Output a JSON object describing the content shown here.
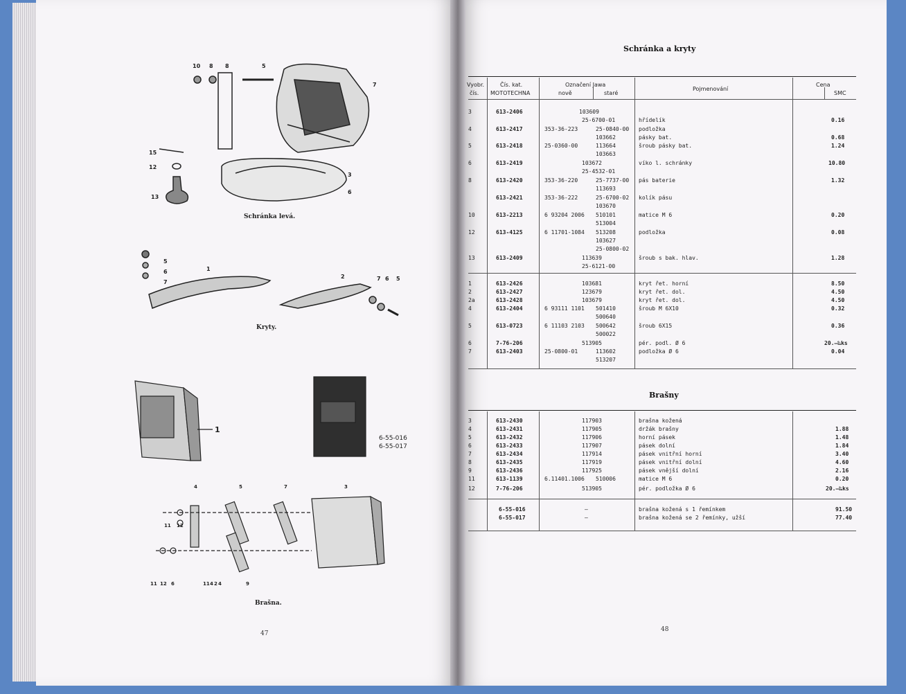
{
  "left_page": {
    "fig1_caption": "Schránka levá.",
    "fig1_callouts": [
      "10",
      "8",
      "8",
      "5",
      "7",
      "15",
      "12",
      "13",
      "3",
      "6"
    ],
    "fig2_caption": "Kryty.",
    "fig2_callouts": [
      "5",
      "6",
      "7",
      "1",
      "2",
      "7",
      "6",
      "5"
    ],
    "fig3_labels": [
      "1",
      "6-55-016",
      "6-55-017"
    ],
    "fig4_caption": "Brašna.",
    "fig4_callouts": [
      "4",
      "5",
      "7",
      "3",
      "11",
      "12",
      "11",
      "12",
      "6",
      "11",
      "4",
      "2",
      "4",
      "9"
    ],
    "page_number": "47"
  },
  "right_page": {
    "title": "Schránka a kryty",
    "headers": {
      "vyobr": "Vyobr.",
      "cis": "čís.",
      "cis_kat": "Čís. kat.",
      "mototechna": "MOTOTECHNA",
      "oznaceni": "Označení Jawa",
      "nove": "nově",
      "stare": "staré",
      "pojmenovani": "Pojmenování",
      "cena": "Cena",
      "smc": "SMC"
    },
    "rows": [
      {
        "vyobr": "3",
        "kat": "613-2406",
        "nove": "",
        "stare": "103609",
        "name": "",
        "price": "",
        "extra": [
          {
            "nove": "",
            "stare": "25-6700-01"
          }
        ]
      },
      {
        "vyobr": "",
        "kat": "",
        "nove": "",
        "stare": "",
        "name": "hřídelík",
        "price": "0.16"
      },
      {
        "vyobr": "4",
        "kat": "613-2417",
        "nove": "353-36-223",
        "stare": "25-0840-00",
        "name": "podložka",
        "price": "0.68"
      },
      {
        "vyobr": "",
        "kat": "",
        "nove": "",
        "stare": "103662",
        "name": "pásky bat.",
        "price": ""
      },
      {
        "vyobr": "5",
        "kat": "613-2418",
        "nove": "25-0360-00",
        "stare": "113664",
        "name": "šroub pásky bat.",
        "price": "1.24"
      },
      {
        "vyobr": "",
        "kat": "",
        "nove": "",
        "stare": "103663",
        "name": "",
        "price": ""
      },
      {
        "vyobr": "6",
        "kat": "613-2419",
        "nove": "",
        "stare": "103672",
        "name": "víko l. schránky",
        "price": "10.80"
      },
      {
        "vyobr": "",
        "kat": "",
        "nove": "",
        "stare": "25-4532-01",
        "name": "",
        "price": ""
      },
      {
        "vyobr": "8",
        "kat": "613-2420",
        "nove": "353-36-220",
        "stare": "25-7737-00",
        "name": "pás baterie",
        "price": "1.32"
      },
      {
        "vyobr": "",
        "kat": "",
        "nove": "",
        "stare": "113693",
        "name": "",
        "price": ""
      },
      {
        "vyobr": "",
        "kat": "613-2421",
        "nove": "353-36-222",
        "stare": "25-6700-02",
        "name": "kolík pásu",
        "price": ""
      },
      {
        "vyobr": "",
        "kat": "",
        "nove": "",
        "stare": "103670",
        "name": "",
        "price": ""
      },
      {
        "vyobr": "10",
        "kat": "613-2213",
        "nove": "6 93204 2006",
        "stare": "510101",
        "name": "matice M 6",
        "price": "0.20"
      },
      {
        "vyobr": "",
        "kat": "",
        "nove": "",
        "stare": "513004",
        "name": "",
        "price": ""
      },
      {
        "vyobr": "12",
        "kat": "613-4125",
        "nove": "6 11701-1084",
        "stare": "513208",
        "name": "podložka",
        "price": "0.08"
      },
      {
        "vyobr": "",
        "kat": "",
        "nove": "",
        "stare": "103627",
        "name": "",
        "price": ""
      },
      {
        "vyobr": "",
        "kat": "",
        "nove": "",
        "stare": "25-0800-02",
        "name": "",
        "price": ""
      },
      {
        "vyobr": "13",
        "kat": "613-2409",
        "nove": "",
        "stare": "113639",
        "name": "šroub s bak. hlav.",
        "price": "1.28"
      },
      {
        "vyobr": "",
        "kat": "",
        "nove": "",
        "stare": "25-6121-00",
        "name": "",
        "price": ""
      }
    ],
    "rows2": [
      {
        "vyobr": "1",
        "kat": "613-2426",
        "nove": "",
        "stare": "103681",
        "name": "kryt řet. horní",
        "price": "8.50"
      },
      {
        "vyobr": "2",
        "kat": "613-2427",
        "nove": "",
        "stare": "123679",
        "name": "kryt řet. dol.",
        "price": "4.50"
      },
      {
        "vyobr": "2a",
        "kat": "613-2428",
        "nove": "",
        "stare": "103679",
        "name": "kryt řet. dol.",
        "price": "4.50"
      },
      {
        "vyobr": "4",
        "kat": "613-2404",
        "nove": "6 93111 1101",
        "stare": "501410",
        "name": "šroub M 6X10",
        "price": "0.32"
      },
      {
        "vyobr": "",
        "kat": "",
        "nove": "",
        "stare": "500640",
        "name": "",
        "price": ""
      },
      {
        "vyobr": "5",
        "kat": "613-0723",
        "nove": "6 11103 2103",
        "stare": "500642",
        "name": "šroub 6X15",
        "price": "0.36"
      },
      {
        "vyobr": "",
        "kat": "",
        "nove": "",
        "stare": "500022",
        "name": "",
        "price": ""
      },
      {
        "vyobr": "6",
        "kat": "7-76-206",
        "nove": "",
        "stare": "513905",
        "name": "pér. podl. Ø 6",
        "price": "20.—‰ks"
      },
      {
        "vyobr": "7",
        "kat": "613-2403",
        "nove": "25-0800-01",
        "stare": "113602",
        "name": "podložka Ø 6",
        "price": "0.04"
      },
      {
        "vyobr": "",
        "kat": "",
        "nove": "",
        "stare": "513207",
        "name": "",
        "price": ""
      }
    ],
    "title2": "Brašny",
    "rows3": [
      {
        "vyobr": "3",
        "kat": "613-2430",
        "nove": "",
        "stare": "117903",
        "name": "brašna kožená",
        "price": ""
      },
      {
        "vyobr": "4",
        "kat": "613-2431",
        "nove": "",
        "stare": "117905",
        "name": "držák brašny",
        "price": "1.88"
      },
      {
        "vyobr": "5",
        "kat": "613-2432",
        "nove": "",
        "stare": "117906",
        "name": "horní pásek",
        "price": "1.48"
      },
      {
        "vyobr": "6",
        "kat": "613-2433",
        "nove": "",
        "stare": "117907",
        "name": "pásek dolní",
        "price": "1.84"
      },
      {
        "vyobr": "7",
        "kat": "613-2434",
        "nove": "",
        "stare": "117914",
        "name": "pásek vnitřní horní",
        "price": "3.40"
      },
      {
        "vyobr": "8",
        "kat": "613-2435",
        "nove": "",
        "stare": "117919",
        "name": "pásek vnitřní dolní",
        "price": "4.60"
      },
      {
        "vyobr": "9",
        "kat": "613-2436",
        "nove": "",
        "stare": "117925",
        "name": "pásek vnější dolní",
        "price": "2.16"
      },
      {
        "vyobr": "11",
        "kat": "613-1139",
        "nove": "6.11401.1006",
        "stare": "510006",
        "name": "matice M 6",
        "price": "0.20"
      },
      {
        "vyobr": "12",
        "kat": "7-76-206",
        "nove": "",
        "stare": "513905",
        "name": "pér. podložka Ø 6",
        "price": "20.—‰ks"
      }
    ],
    "rows4": [
      {
        "kat": "6-55-016",
        "dash": "—",
        "name": "brašna kožená s 1 řemínkem",
        "price": "91.50"
      },
      {
        "kat": "6-55-017",
        "dash": "—",
        "name": "brašna kožená se 2 řemínky, užší",
        "price": "77.40"
      }
    ],
    "page_number": "48"
  }
}
